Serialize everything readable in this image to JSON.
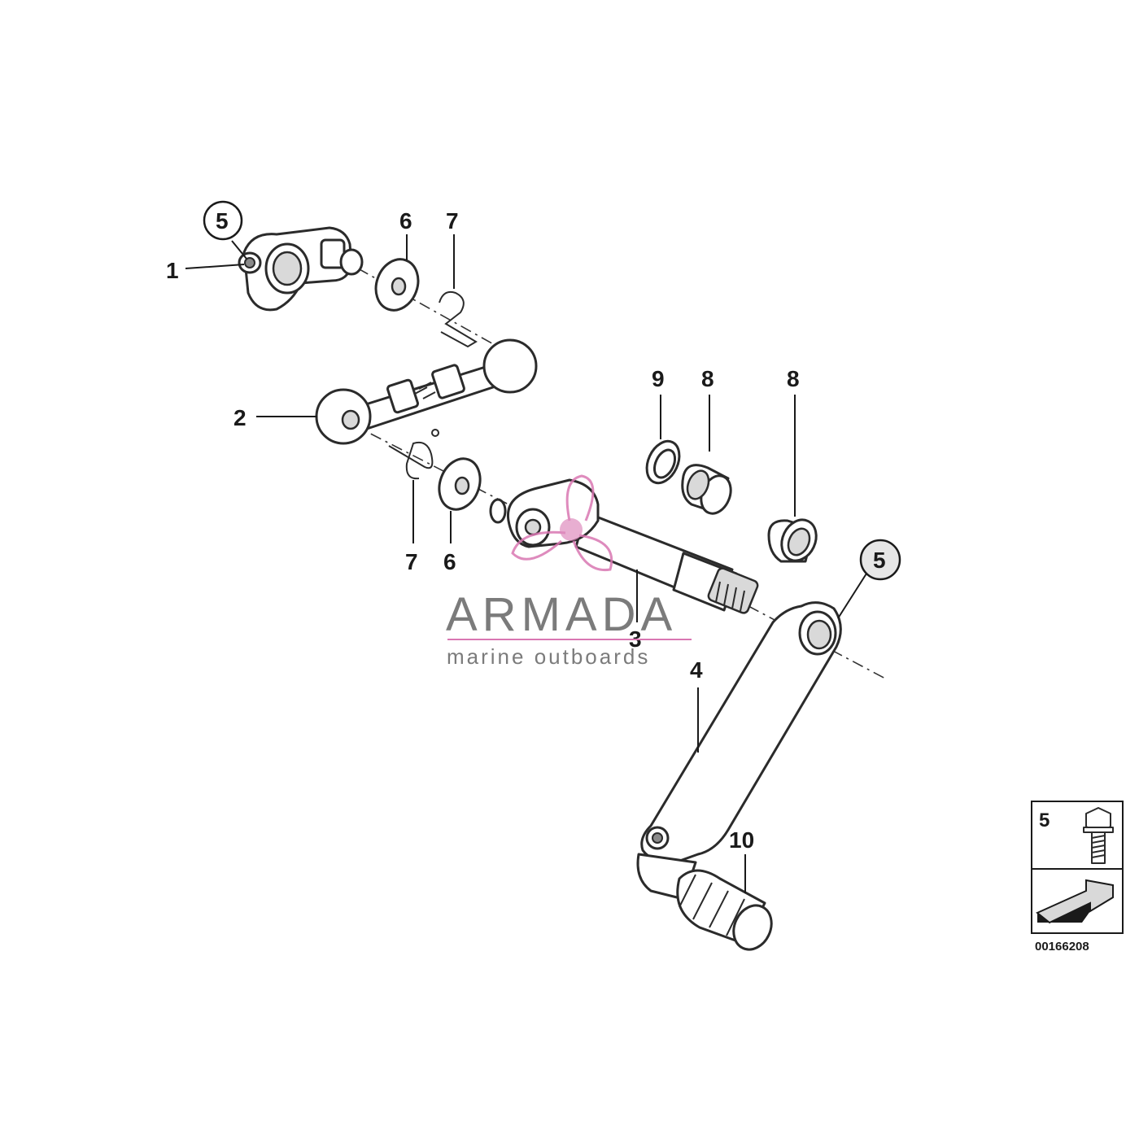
{
  "callouts": {
    "c1": "1",
    "c2": "2",
    "c3": "3",
    "c4": "4",
    "c5a": "5",
    "c5b": "5",
    "c6a": "6",
    "c6b": "6",
    "c7a": "7",
    "c7b": "7",
    "c8a": "8",
    "c8b": "8",
    "c9": "9",
    "c10": "10"
  },
  "legend_box": {
    "part_number": "5",
    "diagram_id": "00166208"
  },
  "watermark": {
    "brand": "ARMADA",
    "tagline": "marine outboards",
    "color": "#d977b2"
  }
}
